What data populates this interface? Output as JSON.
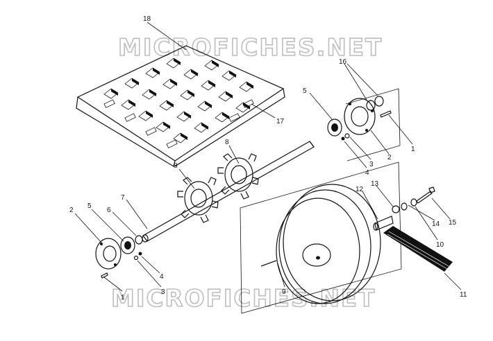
{
  "watermark": {
    "top": "MICROFICHES.NET",
    "bottom": "MICROFICHES.NET"
  },
  "callouts": {
    "c18": "18",
    "c17": "17",
    "c16": "16",
    "c5r": "5",
    "c1r": "1",
    "c2r": "2",
    "c3r": "3",
    "c4r": "4",
    "c8a": "8",
    "c8b": "8",
    "c7": "7",
    "c2l": "2",
    "c5l": "5",
    "c6": "6",
    "c4l": "4",
    "c3l": "3",
    "c1l": "1",
    "c12": "12",
    "c13": "13",
    "c15": "15",
    "c14": "14",
    "c10": "10",
    "c9": "9",
    "c11": "11"
  }
}
